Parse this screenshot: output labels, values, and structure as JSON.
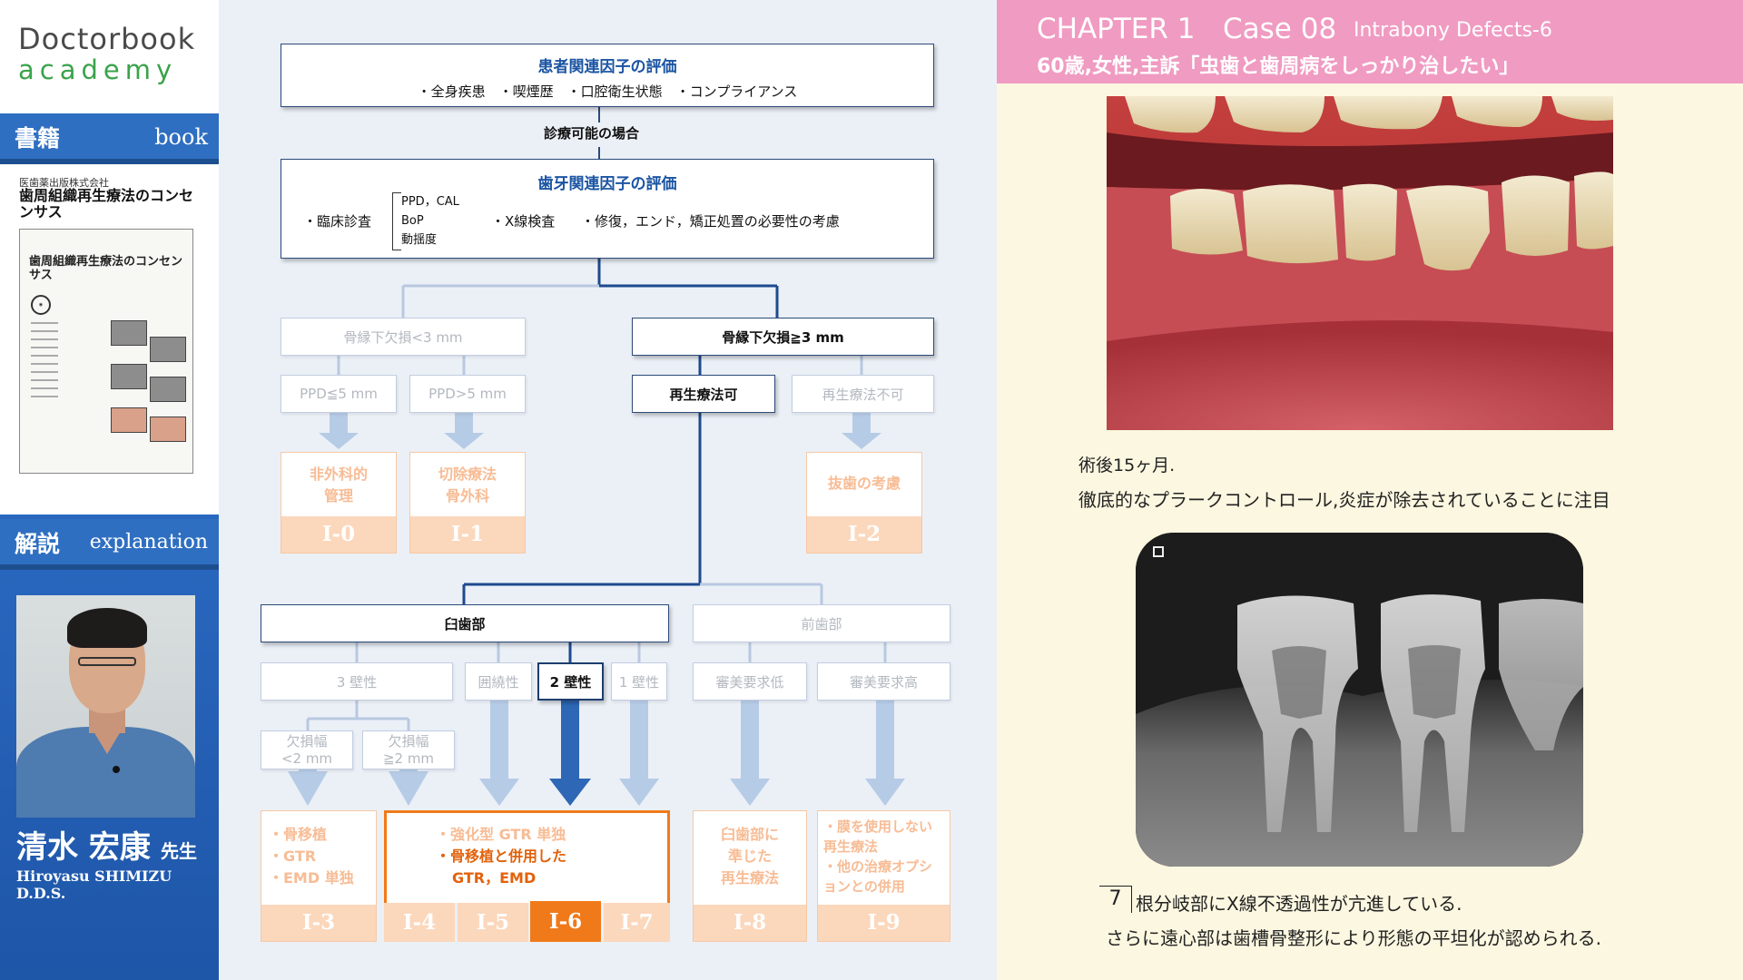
{
  "sidebar": {
    "logo_line1": "Doctorbook",
    "logo_line2": "academy",
    "section_book_jp": "書籍",
    "section_book_en": "book",
    "publisher": "医歯薬出版株式会社",
    "book_title": "歯周組織再生療法のコンセンサス",
    "cover_title": "歯周組織再生療法のコンセンサス",
    "section_explain_jp": "解説",
    "section_explain_en": "explanation",
    "presenter_name_jp": "清水 宏康",
    "presenter_honorific": "先生",
    "presenter_name_en": "Hiroyasu SHIMIZU  D.D.S."
  },
  "flow": {
    "patient_box": {
      "title": "患者関連因子の評価",
      "items": "・全身疾患　・喫煙歴　・口腔衛生状態　・コンプライアンス"
    },
    "treatable_label": "診療可能の場合",
    "tooth_box": {
      "title": "歯牙関連因子の評価",
      "clinical": "・臨床診査",
      "sub1": "PPD，CAL",
      "sub2": "BoP",
      "sub3": "動揺度",
      "xray": "・X線検査",
      "restorative": "・修復，エンド，矯正処置の必要性の考慮"
    },
    "bone_lt3": "骨縁下欠損<3 mm",
    "bone_ge3": "骨縁下欠損≧3 mm",
    "ppd_le5": "PPD≦5 mm",
    "ppd_gt5": "PPD>5 mm",
    "regen_ok": "再生療法可",
    "regen_ng": "再生療法不可",
    "molar": "臼歯部",
    "anterior": "前歯部",
    "wall3": "3 壁性",
    "circum": "囲繞性",
    "wall2": "2 壁性",
    "wall1": "1 壁性",
    "esth_low": "審美要求低",
    "esth_high": "審美要求高",
    "width_lt2": "欠損幅\n<2 mm",
    "width_ge2": "欠損幅\n≧2 mm",
    "outcomes": {
      "i0_text": "非外科的\n管理",
      "i0_code": "I-0",
      "i1_text": "切除療法\n骨外科",
      "i1_code": "I-1",
      "i2_text": "抜歯の考慮",
      "i2_code": "I-2",
      "i3_text": "・骨移植\n・GTR\n・EMD 単独",
      "i3_code": "I-3",
      "i46_line1": "・強化型 GTR 単独",
      "i46_line2": "・骨移植と併用した",
      "i46_line3": "GTR，EMD",
      "i4_code": "I-4",
      "i5_code": "I-5",
      "i6_code": "I-6",
      "i7_code": "I-7",
      "i8_text": "臼歯部に\n準じた\n再生療法",
      "i8_code": "I-8",
      "i9_text": "・膜を使用しない\n再生療法\n・他の治療オプシ\nョンとの併用",
      "i9_code": "I-9"
    }
  },
  "header": {
    "chapter": "CHAPTER 1",
    "case": "Case 08",
    "subtitle": "Intrabony Defects-6",
    "line2": "60歳,女性,主訴「虫歯と歯周病をしっかり治したい」"
  },
  "captions": {
    "post_op": "術後15ヶ月.",
    "note": "徹底的なプラークコントロール,炎症が除去されていることに注目",
    "tooth": "7",
    "xray_note1": "根分岐部にX線不透過性が亢進している.",
    "xray_note2": "さらに遠心部は歯槽骨整形により形態の平坦化が認められる."
  },
  "colors": {
    "flow_accent": "#1c55a3",
    "orange_active": "#f07a1a",
    "header_pink": "#f09bc2",
    "sidebar_blue": "#2f6fc1",
    "logo_green": "#3aa34a"
  }
}
